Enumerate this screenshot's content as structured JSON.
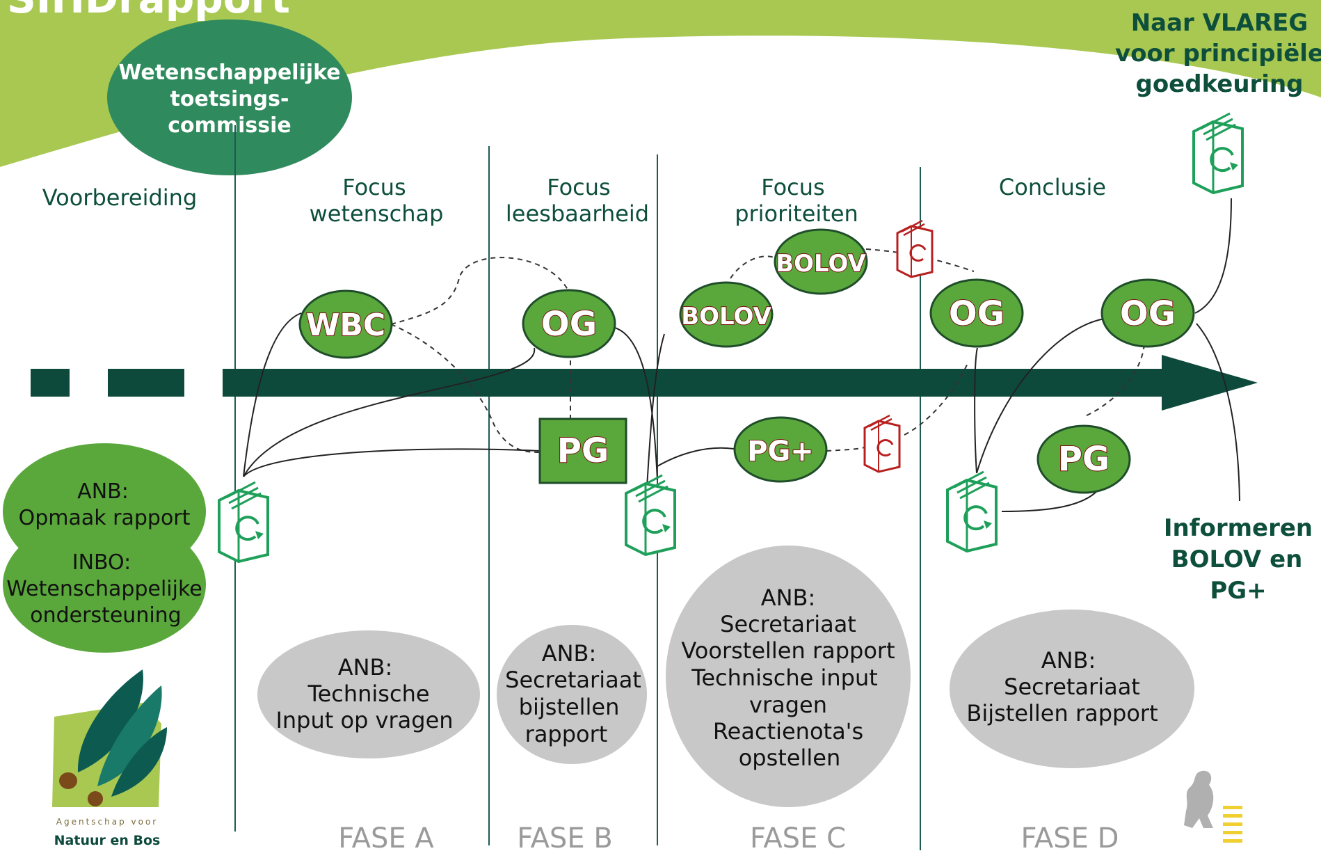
{
  "title": "SIHDrapport",
  "top_right": {
    "lines": [
      "Naar VLAREG",
      "voor principiële",
      "goedkeuring"
    ]
  },
  "committee": {
    "lines": [
      "Wetenschappelijke",
      "toetsings-",
      "commissie"
    ]
  },
  "phase_headers": {
    "voorbereiding": "Voorbereiding",
    "a": [
      "Focus",
      "wetenschap"
    ],
    "b": [
      "Focus",
      "leesbaarheid"
    ],
    "c": [
      "Focus",
      "prioriteiten"
    ],
    "d": "Conclusie"
  },
  "nodes": {
    "wbc": "WBC",
    "og_b": "OG",
    "bolov_upper": "BOLOV",
    "bolov_lower": "BOLOV",
    "og_d1": "OG",
    "og_d2": "OG",
    "pg_b": "PG",
    "pg_plus": "PG+",
    "pg_d": "PG"
  },
  "left_blob": {
    "anb_lines": [
      "ANB:",
      "Opmaak rapport"
    ],
    "inbo_lines": [
      "INBO:",
      "Wetenschappelijke",
      "ondersteuning"
    ]
  },
  "gray_ellipses": {
    "a": [
      "ANB:",
      "Technische",
      "Input op vragen"
    ],
    "b": [
      "ANB:",
      "Secretariaat",
      "bijstellen",
      "rapport"
    ],
    "c": [
      "ANB:",
      "Secretariaat",
      "Voorstellen rapport",
      "Technische input",
      "vragen",
      "Reactienota's",
      "opstellen"
    ],
    "d": [
      "ANB:",
      "Secretariaat",
      "Bijstellen rapport"
    ]
  },
  "informeren": {
    "lines": [
      "Informeren",
      "BOLOV en",
      "PG+"
    ]
  },
  "fases": [
    "FASE A",
    "FASE B",
    "FASE C",
    "FASE D"
  ],
  "logo": {
    "line1": "Agentschap voor",
    "line2": "Natuur en Bos"
  },
  "colors": {
    "header_green": "#a8c852",
    "dark_green": "#0d4a3c",
    "mid_green": "#2f8a5d",
    "node_green": "#5aa83c",
    "gray": "#c8c8c8",
    "red": "#b82020"
  },
  "icons": [
    "document-refresh-icon",
    "flemish-lion-icon",
    "leaf-logo-icon"
  ]
}
